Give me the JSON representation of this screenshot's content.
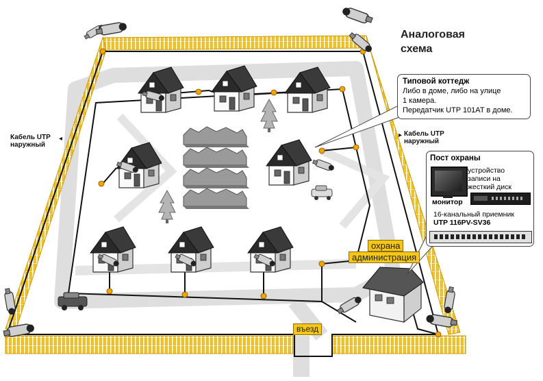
{
  "title": [
    "Аналоговая",
    "схема"
  ],
  "cable_label": {
    "line1": "Кабель UTP",
    "line2": "наружный"
  },
  "cottage_callout": {
    "heading": "Типовой коттедж",
    "lines": [
      "Либо в доме, либо на улице",
      "1 камера.",
      "Передатчик UTP 101AT в доме."
    ]
  },
  "security_post": {
    "heading": "Пост охраны",
    "recorder_lines": [
      "устройство",
      "записи на",
      "жесткий диск"
    ],
    "monitor": "монитор",
    "receiver_lines": [
      "16-канальный приемник",
      "UTP 116PV-SV36"
    ]
  },
  "tags": {
    "guard": "охрана",
    "admin": "администрация",
    "entry": "въезд"
  },
  "colors": {
    "fence": "#f5c518",
    "fence_dark": "#c99a00",
    "road": "#dcdcdc",
    "cable": "#111111",
    "node": "#f0a500"
  }
}
